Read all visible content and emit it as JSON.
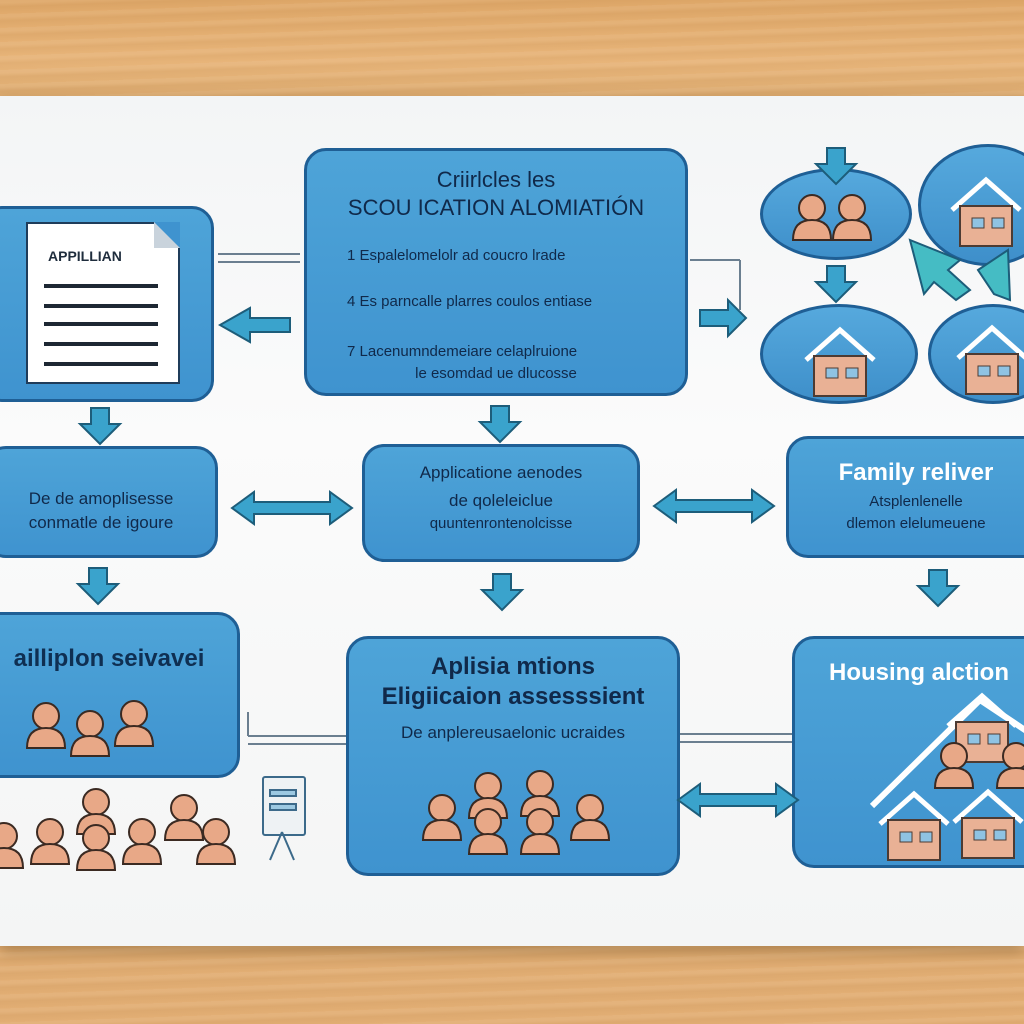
{
  "diagram": {
    "criteria_box": {
      "title_line1": "Criirlcles les",
      "title_line2": "SCOU ICATION ALOMIATIÓN",
      "items": [
        "1  Espalelomelolr ad coucro lrade",
        "4  Es parncalle plarres coulos entiase",
        "7  Lacenumndemeiare celaplruione",
        "le esomdad ue dlucosse"
      ]
    },
    "application_doc": {
      "label": "APPILLIAN"
    },
    "left_box": {
      "lines": [
        "De de amoplisesse",
        "conmatle de igoure"
      ]
    },
    "center_box": {
      "lines": [
        "Applicatione aenodes",
        "de qoleleiclue",
        "quuntenrontenolcisse"
      ]
    },
    "family_box": {
      "title": "Family reliver",
      "lines": [
        "Atsplenlenelle",
        "dlemon elelumeuene"
      ]
    },
    "service_box": {
      "title": "ailliplon seivavei"
    },
    "eligibility_box": {
      "title_line1": "Aplisia mtions",
      "title_line2": "Eligiicaion assesssient",
      "subtitle": "De anplereusaelonic ucraides"
    },
    "housing_box": {
      "title": "Housing alction"
    },
    "icons": [
      "document-icon",
      "people-icon",
      "house-icon",
      "arrow-icon",
      "easel-icon"
    ],
    "colors": {
      "box_fill": "#3f93cf",
      "box_border": "#1f5f95",
      "arrow": "#3a9ec8",
      "person": "#e8a887",
      "house_wall": "#e9b195",
      "paper": "#f7f8f8",
      "table": "#e2ae74"
    }
  }
}
